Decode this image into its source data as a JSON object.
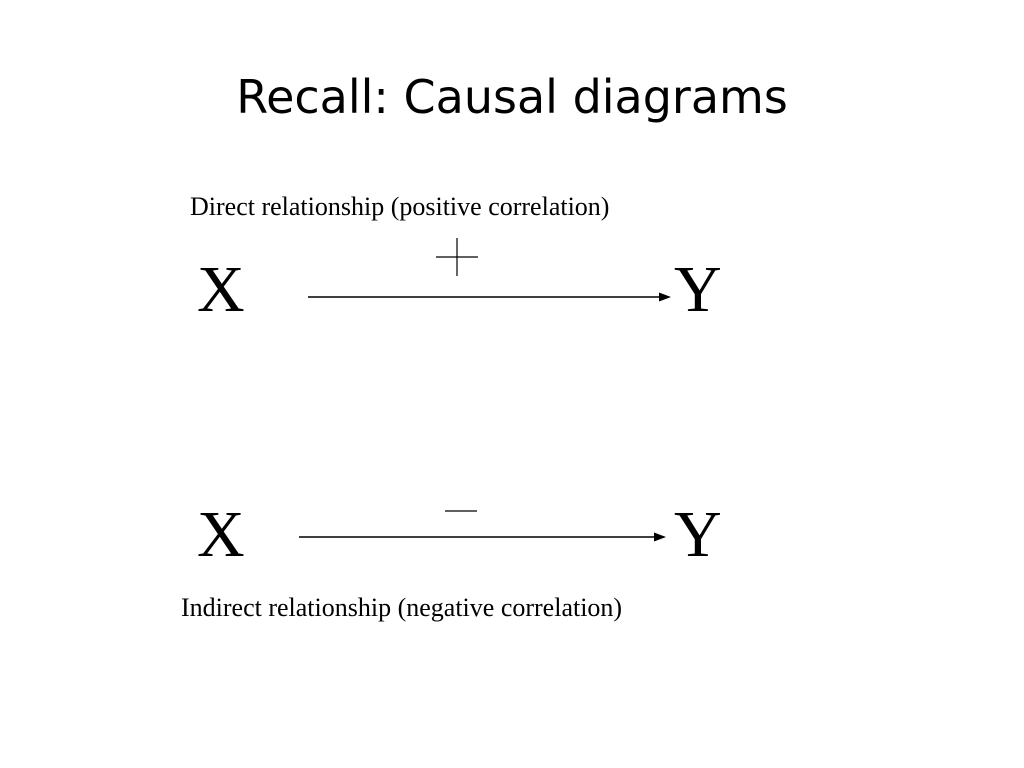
{
  "slide": {
    "title": "Recall: Causal diagrams"
  },
  "diagram": {
    "direct": {
      "caption": "Direct relationship (positive correlation)",
      "from": "X",
      "to": "Y",
      "sign": "+"
    },
    "indirect": {
      "caption": "Indirect relationship (negative correlation)",
      "from": "X",
      "to": "Y",
      "sign": "−"
    }
  }
}
